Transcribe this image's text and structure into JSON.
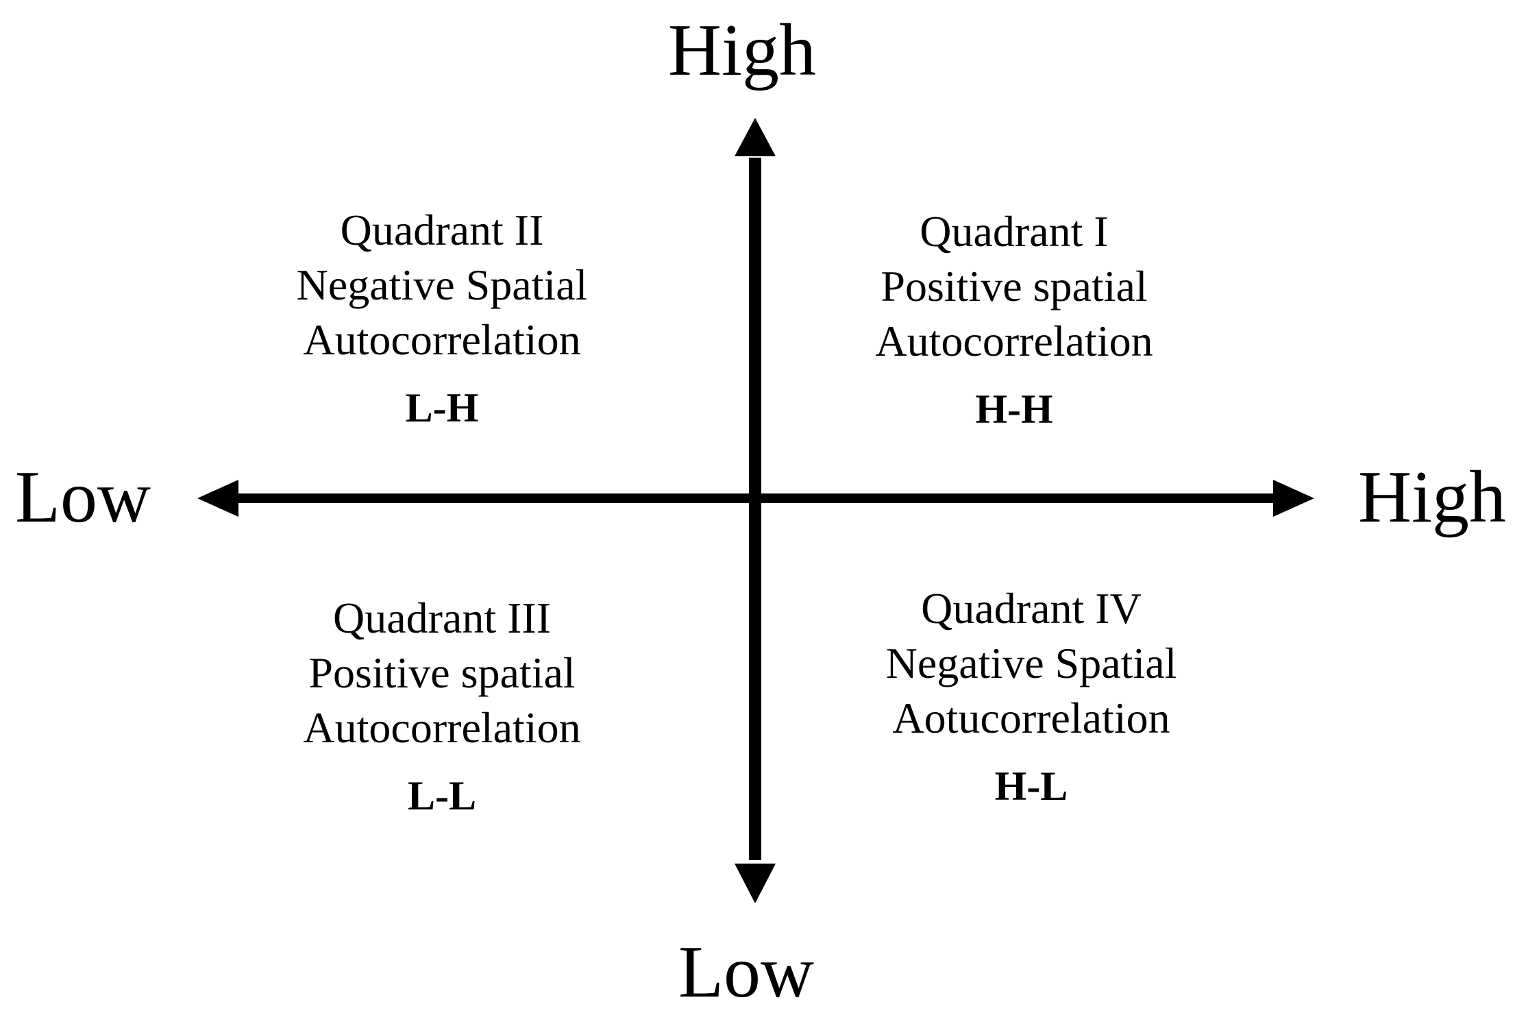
{
  "axes": {
    "x_low": "Low",
    "x_high": "High",
    "y_high": "High",
    "y_low": "Low"
  },
  "quadrants": [
    {
      "id": "II",
      "lines": [
        "Quadrant II",
        "Negative Spatial",
        "Autocorrelation"
      ],
      "code": "L-H"
    },
    {
      "id": "I",
      "lines": [
        "Quadrant I",
        "Positive spatial",
        "Autocorrelation"
      ],
      "code": "H-H"
    },
    {
      "id": "III",
      "lines": [
        "Quadrant III",
        "Positive spatial",
        "Autocorrelation"
      ],
      "code": "L-L"
    },
    {
      "id": "IV",
      "lines": [
        "Quadrant IV",
        "Negative Spatial",
        "Aotucorrelation"
      ],
      "code": "H-L"
    }
  ]
}
